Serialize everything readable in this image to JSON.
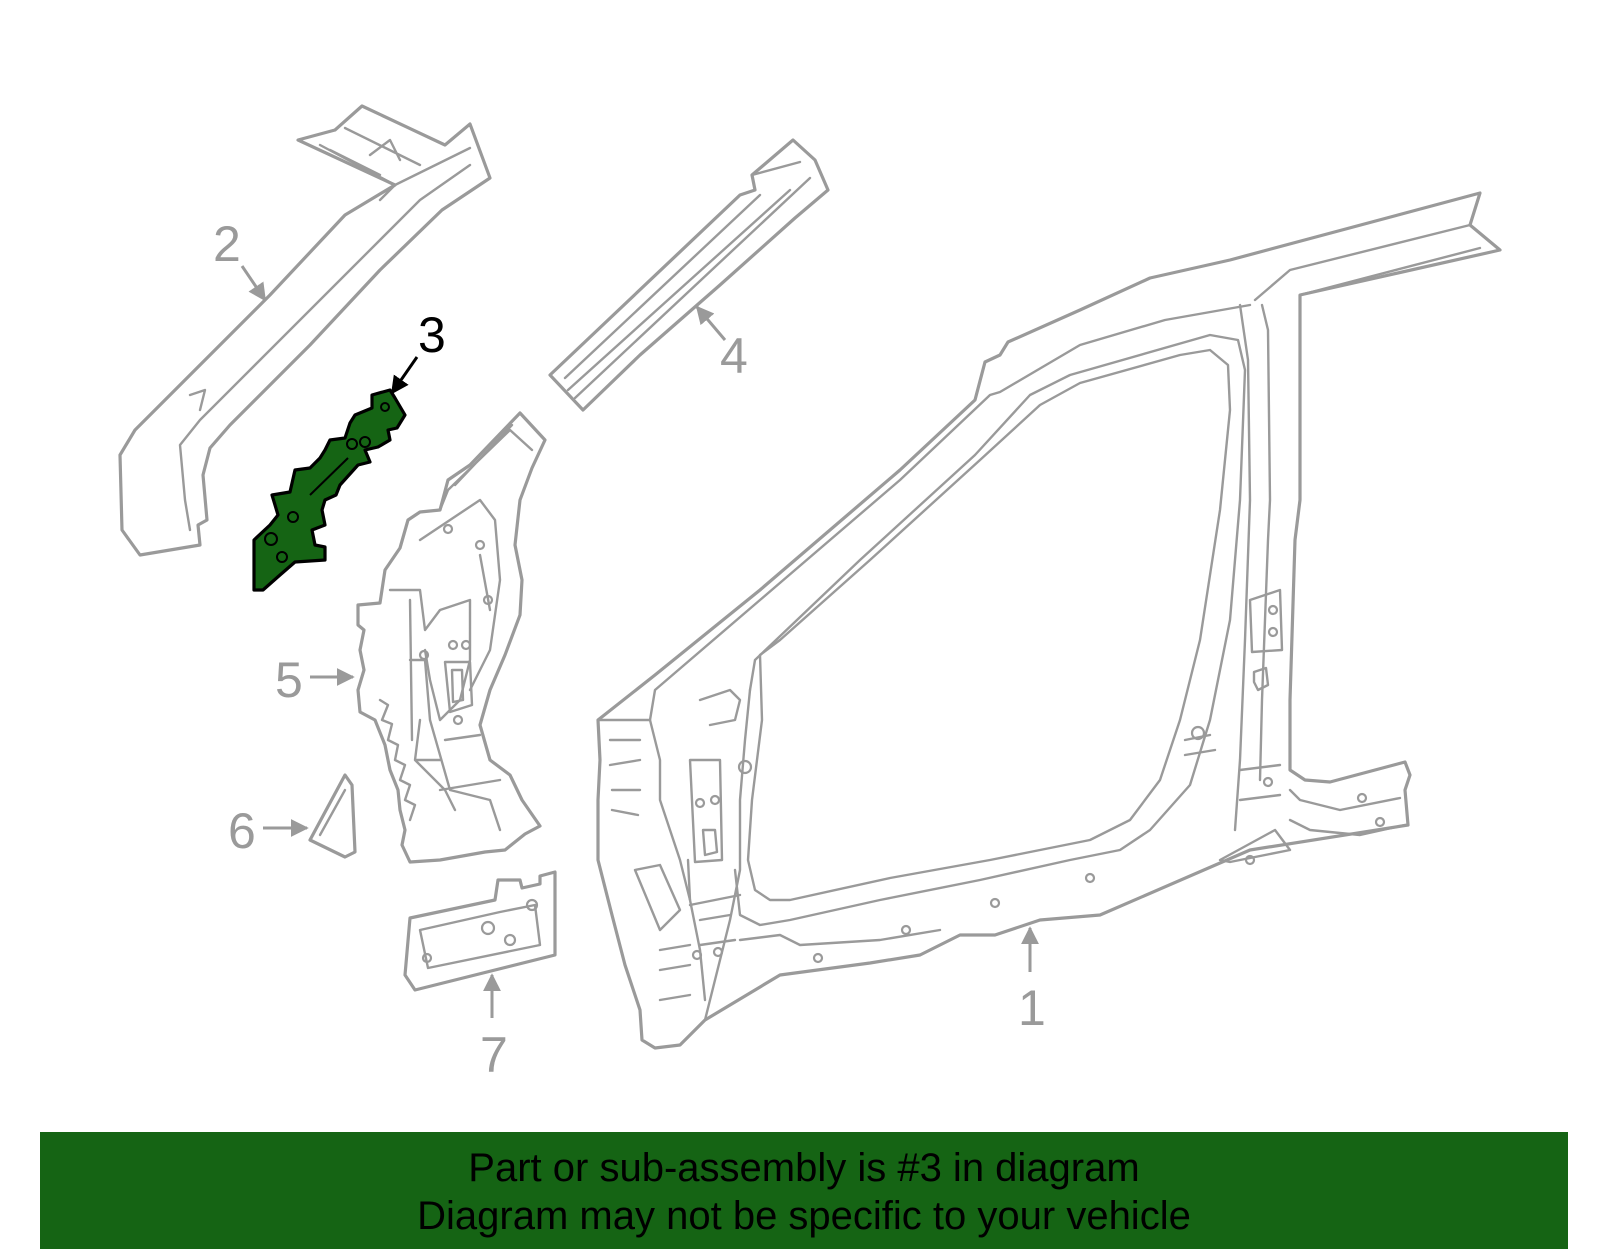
{
  "diagram": {
    "highlight_color": "#156414",
    "line_color": "#9a9a9a",
    "callouts": [
      {
        "id": "1",
        "label": "1"
      },
      {
        "id": "2",
        "label": "2"
      },
      {
        "id": "3",
        "label": "3",
        "highlighted": true
      },
      {
        "id": "4",
        "label": "4"
      },
      {
        "id": "5",
        "label": "5"
      },
      {
        "id": "6",
        "label": "6"
      },
      {
        "id": "7",
        "label": "7"
      }
    ]
  },
  "banner": {
    "line1": "Part or sub-assembly is #3 in diagram",
    "line2": "Diagram may not be specific to your vehicle",
    "background": "#156414"
  }
}
